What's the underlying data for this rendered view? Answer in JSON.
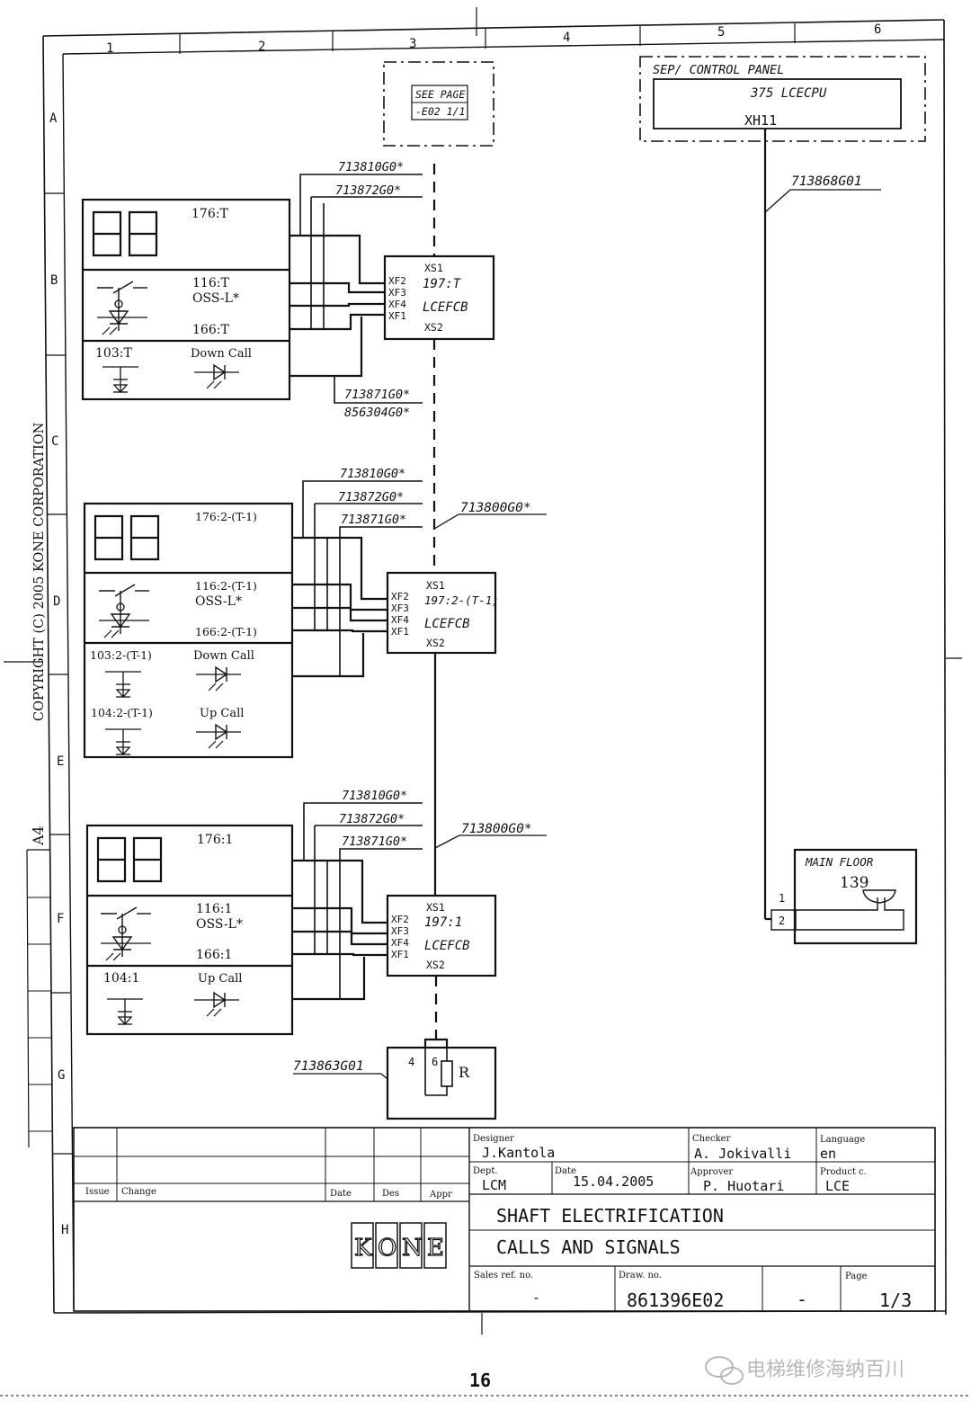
{
  "columns": [
    "1",
    "2",
    "3",
    "4",
    "5",
    "6"
  ],
  "rows": [
    "A",
    "B",
    "C",
    "D",
    "E",
    "F",
    "G",
    "H"
  ],
  "copyright": "COPYRIGHT (C) 2005 KONE CORPORATION",
  "paper_size": "A4",
  "see_page": {
    "line1": "SEE PAGE",
    "line2": "-E02 1/1"
  },
  "control_panel": {
    "title": "SEP/ CONTROL PANEL",
    "cpu": "375 LCECPU",
    "connector": "XH11"
  },
  "cable_main": "713868G01",
  "groups": [
    {
      "cables_top": [
        "713810G0*",
        "713872G0*"
      ],
      "cables_bottom": [
        "713871G0*",
        "856304G0*"
      ],
      "display": "176:T",
      "oss_top": "116:T",
      "oss_name": "OSS-L*",
      "oss_bottom": "166:T",
      "calls": [
        {
          "code": "103:T",
          "label": "Down Call"
        }
      ],
      "board": {
        "xs1": "XS1",
        "name": "197:T",
        "type": "LCEFCB",
        "xs2": "XS2",
        "pins": [
          "XF2",
          "XF3",
          "XF4",
          "XF1"
        ]
      }
    },
    {
      "cables_top": [
        "713810G0*",
        "713872G0*",
        "713871G0*"
      ],
      "cable_bus": "713800G0*",
      "display": "176:2-(T-1)",
      "oss_top": "116:2-(T-1)",
      "oss_name": "OSS-L*",
      "oss_bottom": "166:2-(T-1)",
      "calls": [
        {
          "code": "103:2-(T-1)",
          "label": "Down Call"
        },
        {
          "code": "104:2-(T-1)",
          "label": "Up Call"
        }
      ],
      "board": {
        "xs1": "XS1",
        "name": "197:2-(T-1)",
        "type": "LCEFCB",
        "xs2": "XS2",
        "pins": [
          "XF2",
          "XF3",
          "XF4",
          "XF1"
        ]
      }
    },
    {
      "cables_top": [
        "713810G0*",
        "713872G0*",
        "713871G0*"
      ],
      "cable_bus": "713800G0*",
      "display": "176:1",
      "oss_top": "116:1",
      "oss_name": "OSS-L*",
      "oss_bottom": "166:1",
      "calls": [
        {
          "code": "104:1",
          "label": "Up Call"
        }
      ],
      "board": {
        "xs1": "XS1",
        "name": "197:1",
        "type": "LCEFCB",
        "xs2": "XS2",
        "pins": [
          "XF2",
          "XF3",
          "XF4",
          "XF1"
        ]
      }
    }
  ],
  "terminator": {
    "cable": "713863G01",
    "pin_a": "4",
    "pin_b": "6",
    "resistor": "R"
  },
  "main_floor": {
    "title": "MAIN FLOOR",
    "code": "139",
    "pin1": "1",
    "pin2": "2"
  },
  "titleblock": {
    "issue": "Issue",
    "change": "Change",
    "date_col": "Date",
    "des_col": "Des",
    "appr_col": "Appr",
    "designer_label": "Designer",
    "designer": "J.Kantola",
    "checker_label": "Checker",
    "checker": "A. Jokivalli",
    "language_label": "Language",
    "language": "en",
    "dept_label": "Dept.",
    "dept": "LCM",
    "date_label": "Date",
    "date": "15.04.2005",
    "approver_label": "Approver",
    "approver": "P. Huotari",
    "product_label": "Product c.",
    "product": "LCE",
    "title1": "SHAFT ELECTRIFICATION",
    "title2": "CALLS AND SIGNALS",
    "logo": [
      "K",
      "O",
      "N",
      "E"
    ],
    "sales_label": "Sales ref. no.",
    "sales": "-",
    "draw_label": "Draw. no.",
    "draw": "861396E02",
    "draw_suffix": "-",
    "page_label": "Page",
    "page": "1/3"
  },
  "page_number": "16",
  "watermark": "电梯维修海纳百川"
}
